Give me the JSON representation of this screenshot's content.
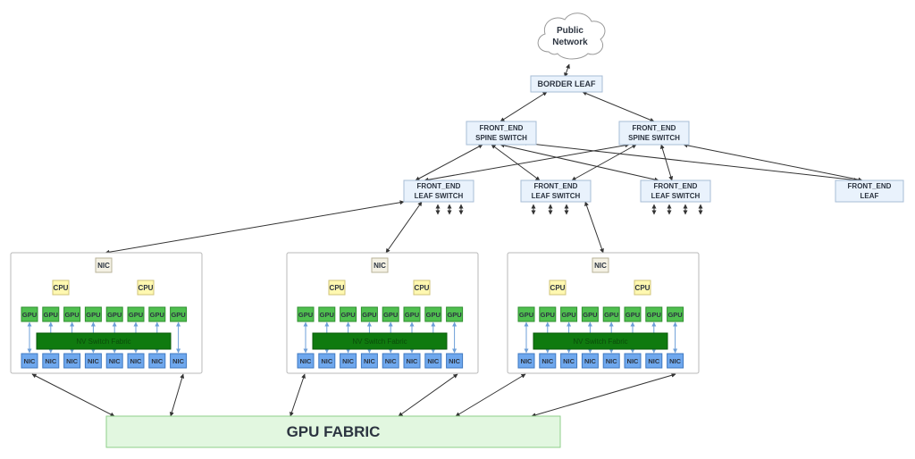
{
  "public_network": {
    "line1": "Public",
    "line2": "Network"
  },
  "border_leaf": "BORDER LEAF",
  "spine": {
    "line1": "FRONT_END",
    "line2": "SPINE SWITCH"
  },
  "leaf_switch": {
    "line1": "FRONT_END",
    "line2": "LEAF SWITCH"
  },
  "front_end_leaf": {
    "line1": "FRONT_END",
    "line2": "LEAF"
  },
  "server": {
    "nic_top": "NIC",
    "cpu": "CPU",
    "gpu": "GPU",
    "nic": "NIC",
    "fabric": "NV Switch Fabric"
  },
  "gpu_fabric": "GPU FABRIC",
  "colors": {
    "switch_fill": "#e9f2fc",
    "gpu": "#4fbf4f",
    "nic": "#6fa8ee",
    "cpu": "#fff8b0",
    "nv_fabric": "#0f7a0f",
    "gpu_fabric": "#e2f7e0"
  }
}
